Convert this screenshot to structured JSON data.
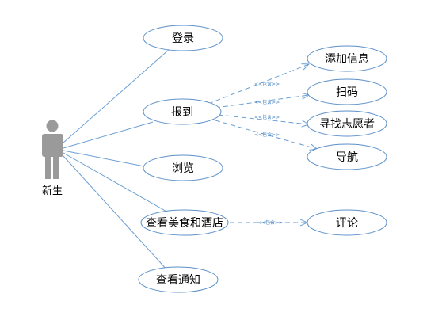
{
  "actor": {
    "name": "新生"
  },
  "use_cases": {
    "login": "登录",
    "report": "报到",
    "browse": "浏览",
    "food_hotel": "查看美食和酒店",
    "notice": "查看通知",
    "add_info": "添加信息",
    "scan": "扫码",
    "find_volunteer": "寻找志愿者",
    "navigation": "导航",
    "comment": "评论"
  },
  "include_label": "<<包含>>",
  "colors": {
    "line": "#6a9fd4",
    "ellipse_stroke": "#5b8fc8",
    "actor_fill": "#9a9a9a"
  }
}
